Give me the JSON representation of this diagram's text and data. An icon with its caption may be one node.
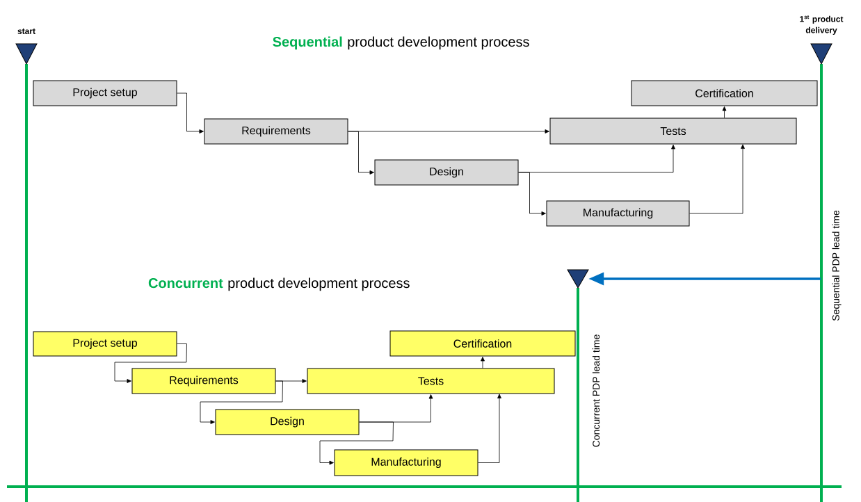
{
  "diagram": {
    "nodes": [
      {
        "text": [
          "start"
        ]
      },
      {
        "text": [
          "1$^{st}$ product delivery"
        ]
      },
      {
        "text": [],
        "shape": "triangle"
      },
      {
        "text": [
          "Project setup"
        ]
      },
      {
        "text": [
          "Requirements"
        ]
      },
      {
        "text": [
          "Design"
        ]
      },
      {
        "text": [
          "Manufacturing"
        ]
      },
      {
        "text": [
          "Tests"
        ]
      },
      {
        "text": [
          "Certification"
        ]
      },
      {
        "text": [
          "Project setup"
        ]
      },
      {
        "text": [
          "Requirements"
        ]
      },
      {
        "text": [
          "Design"
        ]
      },
      {
        "text": [
          "Manufacturing"
        ]
      },
      {
        "text": [
          "Tests"
        ]
      },
      {
        "text": [
          "Certification"
        ]
      }
    ],
    "edges": [
      {
        "from": 3,
        "to": 4,
        "arrow": "to"
      },
      {
        "from": 4,
        "to": 7,
        "arrow": "to"
      },
      {
        "from": 4,
        "to": 5,
        "arrow": "to"
      },
      {
        "from": 5,
        "to": 7,
        "arrow": "to"
      },
      {
        "from": 5,
        "to": 6,
        "arrow": "to"
      },
      {
        "from": 6,
        "to": 7,
        "arrow": "to"
      },
      {
        "from": 7,
        "to": 8,
        "arrow": "to"
      },
      {
        "from": 9,
        "to": 10,
        "arrow": "to"
      },
      {
        "from": 10,
        "to": 13,
        "arrow": "to"
      },
      {
        "from": 10,
        "to": 11,
        "arrow": "to"
      },
      {
        "from": 11,
        "to": 13,
        "arrow": "to"
      },
      {
        "from": 11,
        "to": 12,
        "arrow": "to"
      },
      {
        "from": 12,
        "to": 13,
        "arrow": "to"
      },
      {
        "from": 13,
        "to": 14,
        "arrow": "to"
      },
      {
        "from": null,
        "to": 2,
        "arrow": "to",
        "style": "thick",
        "color": "#0070c0"
      }
    ],
    "labels": [
      "Sequential",
      "product development process",
      "Concurrent",
      "product development process",
      "Sequential PDP lead time",
      "Concurrent PDP lead time"
    ]
  }
}
